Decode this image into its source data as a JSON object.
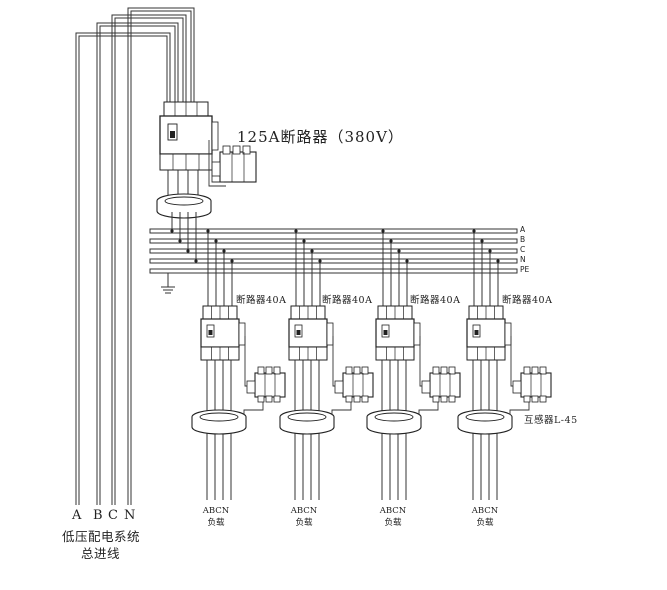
{
  "main_breaker": {
    "label": "125A断路器（380V）"
  },
  "busbars": [
    "A",
    "B",
    "C",
    "N",
    "PE"
  ],
  "feed": {
    "phases": [
      "A",
      "B",
      "C",
      "N"
    ],
    "caption_line1": "低压配电系统",
    "caption_line2": "总进线"
  },
  "branches": [
    {
      "breaker_label": "断路器40A",
      "load_phases": "ABCN",
      "load_label": "负载"
    },
    {
      "breaker_label": "断路器40A",
      "load_phases": "ABCN",
      "load_label": "负载"
    },
    {
      "breaker_label": "断路器40A",
      "load_phases": "ABCN",
      "load_label": "负载"
    },
    {
      "breaker_label": "断路器40A",
      "load_phases": "ABCN",
      "load_label": "负载"
    }
  ],
  "transformer_label": "互感器L-45"
}
